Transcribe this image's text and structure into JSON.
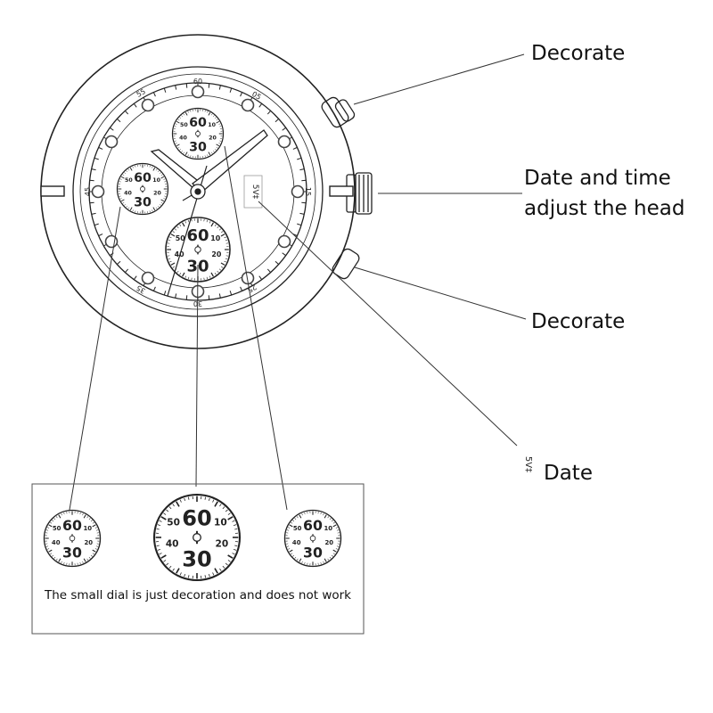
{
  "callouts": {
    "crown_top": "Decorate",
    "crown_middle_line1": "Date and time",
    "crown_middle_line2": "adjust the head",
    "crown_bottom": "Decorate",
    "date_window": "Date"
  },
  "dial_numbers": {
    "bezel_top": "60",
    "bezel_top_right": "05",
    "bezel_right": "15",
    "bezel_bottom_right": "25",
    "bezel_bottom": "30",
    "bezel_bottom_left": "35",
    "bezel_left": "45",
    "bezel_top_left": "55"
  },
  "subdial": {
    "top": "60",
    "bottom": "30",
    "left": "40",
    "right": "20",
    "top_left": "50",
    "top_right": "10"
  },
  "date_glyph": "5Ⅴ‡",
  "inset": {
    "note": "The small dial is just decoration and does not work"
  },
  "colors": {
    "line": "#222222",
    "background": "#ffffff"
  }
}
